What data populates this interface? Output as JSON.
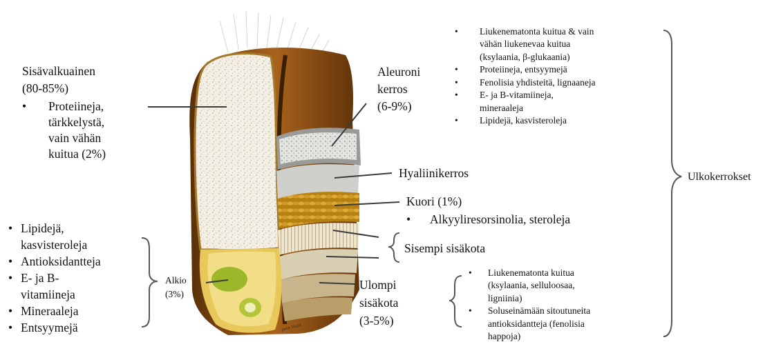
{
  "endosperm": {
    "title": "Sisävalkuainen",
    "share": "(80-85%)",
    "bullet_lines": [
      "Proteiineja,",
      "tärkkelystä,",
      "vain vähän",
      "kuitua (2%)"
    ]
  },
  "germ": {
    "nutrients": [
      "Lipidejä,",
      "kasvisteroleja",
      "Antioksidantteja",
      "E- ja B-",
      "vitamiineja",
      "Mineraaleja",
      "Entsyymejä"
    ],
    "label": "Alkio",
    "share": "(3%)"
  },
  "aleurone": {
    "label_lines": [
      "Aleuroni",
      "kerros"
    ],
    "share": "(6-9%)",
    "nutrients": [
      [
        "Liukenematonta kuitua & vain",
        "vähän liukenevaa kuitua",
        "(ksylaania, β-glukaania)"
      ],
      [
        "Proteiineja, entsyymejä"
      ],
      [
        "Fenolisia yhdisteitä, lignaaneja"
      ],
      [
        "E- ja B-vitamiineja,",
        "mineraaleja"
      ],
      [
        "Lipidejä, kasvisteroleja"
      ]
    ]
  },
  "hyaline": {
    "label": "Hyaliinikerros"
  },
  "pericarp": {
    "label": "Kuori (1%)",
    "nutrient": "Alkyyliresorsinolia, steroleja"
  },
  "inner_pericarp": {
    "label": "Sisempi sisäkota"
  },
  "outer_pericarp": {
    "label_lines": [
      "Ulompi",
      "sisäkota"
    ],
    "share": "(3-5%)",
    "nutrients": [
      [
        "Liukenematonta kuitua",
        "(ksylaania, selluloosaa,",
        "ligniinia)"
      ],
      [
        "Soluseinämään sitoutuneita",
        "antioksidantteja (fenolisia",
        "happoja)"
      ]
    ]
  },
  "outer_layers": {
    "label": "Ulkokerrokset"
  },
  "bullet": "•",
  "signature": "Jane Hurd"
}
